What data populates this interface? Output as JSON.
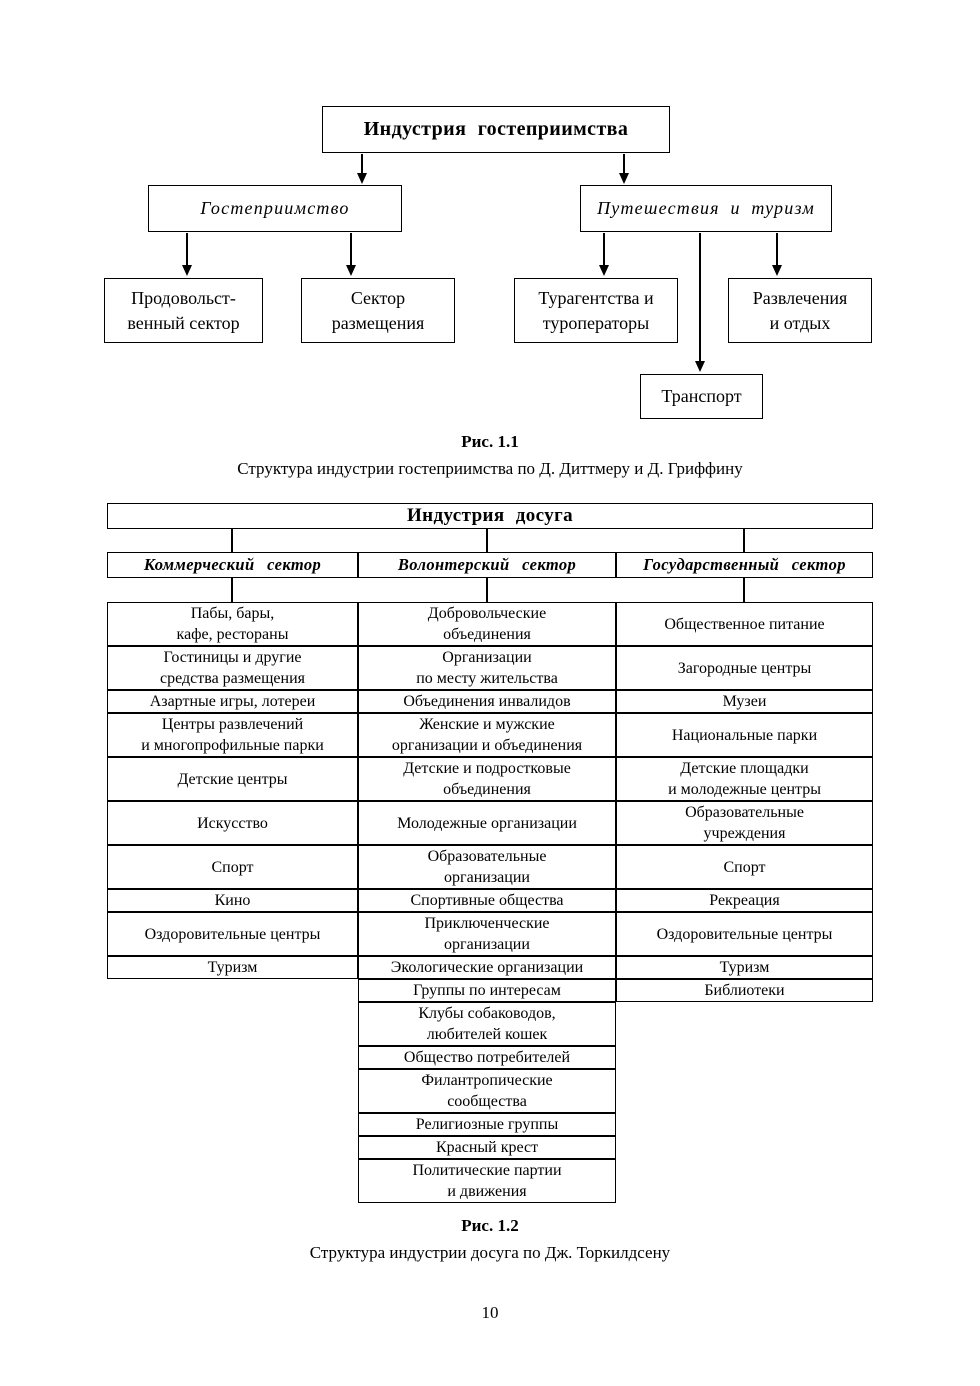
{
  "fig1": {
    "root": "Индустрия гостеприимства",
    "hospitality": "Гостеприимство",
    "travel": "Путешествия и туризм",
    "food": "Продовольст-\nвенный сектор",
    "accommodation": "Сектор\nразмещения",
    "agencies": "Турагентства и\nтуроператоры",
    "entertainment": "Развлечения\nи отдых",
    "transport": "Транспорт",
    "caption_label": "Рис. 1.1",
    "caption_text": "Структура индустрии гостеприимства по Д. Диттмеру и Д. Гриффину"
  },
  "fig2": {
    "title": "Индустрия досуга",
    "sectors": [
      "Коммерческий сектор",
      "Волонтерский сектор",
      "Государственный сектор"
    ],
    "rows": [
      {
        "left": "Пабы, бары,\nкафе, рестораны",
        "mid": "Добровольческие\nобъединения",
        "right": "Общественное питание"
      },
      {
        "left": "Гостиницы и другие\nсредства размещения",
        "mid": "Организации\nпо месту жительства",
        "right": "Загородные центры"
      },
      {
        "left": "Азартные игры, лотереи",
        "mid": "Объединения инвалидов",
        "right": "Музеи"
      },
      {
        "left": "Центры развлечений\nи многопрофильные парки",
        "mid": "Женские и мужские\nорганизации и объединения",
        "right": "Национальные парки"
      },
      {
        "left": "Детские центры",
        "mid": "Детские и подростковые\nобъединения",
        "right": "Детские площадки\nи молодежные центры"
      },
      {
        "left": "Искусство",
        "mid": "Молодежные организации",
        "right": "Образовательные\nучреждения"
      },
      {
        "left": "Спорт",
        "mid": "Образовательные\nорганизации",
        "right": "Спорт"
      },
      {
        "left": "Кино",
        "mid": "Спортивные общества",
        "right": "Рекреация"
      },
      {
        "left": "Оздоровительные центры",
        "mid": "Приключенческие\nорганизации",
        "right": "Оздоровительные центры"
      },
      {
        "left": "Туризм",
        "mid": "Экологические организации",
        "right": "Туризм"
      },
      {
        "left": "",
        "mid": "Группы по интересам",
        "right": "Библиотеки"
      },
      {
        "left": "",
        "mid": "Клубы собаководов,\nлюбителей кошек",
        "right": ""
      },
      {
        "left": "",
        "mid": "Общество потребителей",
        "right": ""
      },
      {
        "left": "",
        "mid": "Филантропические\nсообщества",
        "right": ""
      },
      {
        "left": "",
        "mid": "Религиозные группы",
        "right": ""
      },
      {
        "left": "",
        "mid": "Красный крест",
        "right": ""
      },
      {
        "left": "",
        "mid": "Политические партии\nи движения",
        "right": ""
      }
    ],
    "caption_label": "Рис. 1.2",
    "caption_text": "Структура индустрии досуга по Дж. Торкилдсену"
  },
  "page_number": "10"
}
